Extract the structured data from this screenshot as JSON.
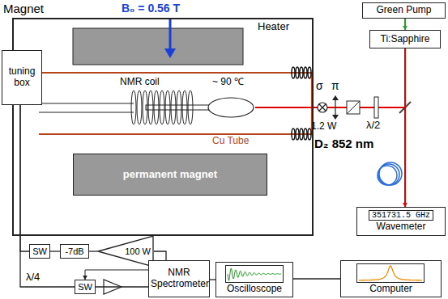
{
  "diagram": {
    "nodes": [
      {
        "text": [
          "Magnet"
        ]
      },
      {
        "text": [
          "tuning box"
        ]
      },
      {
        "text": [
          "permanent magnet"
        ],
        "in": 0
      },
      {
        "text": [
          "Green Pump"
        ]
      },
      {
        "text": [
          "Ti:Sapphire"
        ]
      },
      {
        "text": [
          "351731.5 GHz",
          "Wavemeter"
        ]
      },
      {
        "text": [
          "SW"
        ]
      },
      {
        "text": [
          "-7dB"
        ]
      },
      {
        "text": [
          "100 W"
        ]
      },
      {
        "text": [
          "SW"
        ]
      },
      {
        "text": [
          "NMR Spectrometer"
        ]
      },
      {
        "text": [
          "Oscilloscope"
        ]
      },
      {
        "text": [
          "Computer"
        ]
      }
    ],
    "edges": [
      {
        "from": 3,
        "to": 4,
        "arrow": "to"
      },
      {
        "from": 4,
        "to": 5,
        "arrow": "to"
      },
      {
        "from": 1,
        "to": 6,
        "arrow": "none"
      },
      {
        "from": 7,
        "to": 6,
        "arrow": "none"
      },
      {
        "from": 8,
        "to": 7,
        "arrow": "none"
      },
      {
        "from": 10,
        "to": 8,
        "arrow": "none"
      },
      {
        "from": 1,
        "to": 9,
        "arrow": "none"
      },
      {
        "from": 10,
        "to": 9,
        "arrow": "to"
      },
      {
        "from": 9,
        "to": 10,
        "arrow": "none"
      },
      {
        "from": 10,
        "to": 11,
        "arrow": "none"
      },
      {
        "from": 11,
        "to": 12,
        "arrow": "none"
      }
    ],
    "labels": [
      "B₀ = 0.56 T",
      "Heater",
      "NMR coil",
      "~ 90 ℃",
      "Cu Tube",
      "σ",
      "π",
      "1.2 W",
      "λ/2",
      "D₂ 852 nm",
      "λ/4"
    ]
  }
}
